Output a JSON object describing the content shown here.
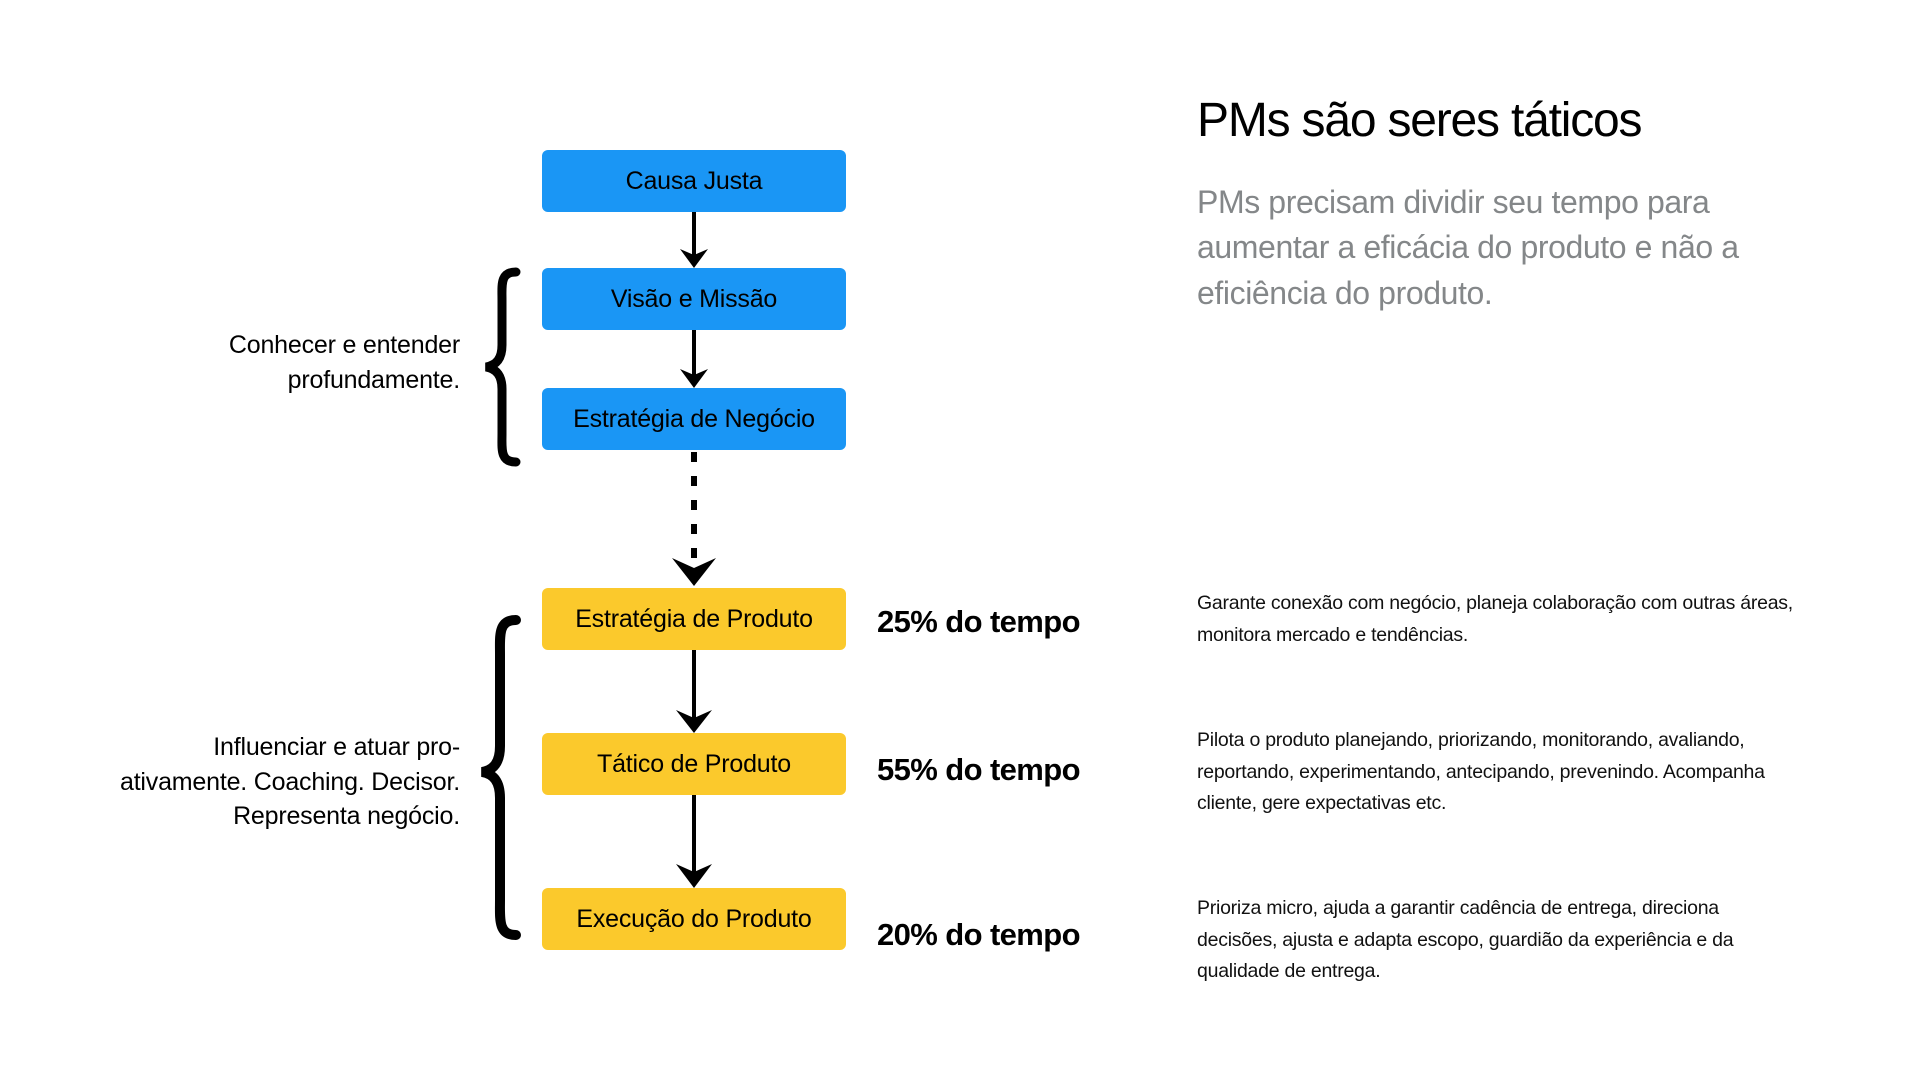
{
  "page": {
    "background": "#FFFFFF",
    "colors": {
      "blue_box": "#1A96F5",
      "yellow_box": "#FBC92C",
      "text": "#000000",
      "subtitle_gray": "#848789"
    }
  },
  "right_panel": {
    "headline": "PMs são seres táticos",
    "subhead": "PMs precisam dividir seu tempo para aumentar a eficácia do produto e não a eficiência do produto."
  },
  "flow": {
    "nodes": [
      {
        "id": "causa-justa",
        "label": "Causa Justa",
        "color": "blue"
      },
      {
        "id": "visao-missao",
        "label": "Visão e Missão",
        "color": "blue"
      },
      {
        "id": "estrategia-negocio",
        "label": "Estratégia de Negócio",
        "color": "blue"
      },
      {
        "id": "estrategia-produto",
        "label": "Estratégia de Produto",
        "color": "yellow"
      },
      {
        "id": "tatico-produto",
        "label": "Tático de Produto",
        "color": "yellow"
      },
      {
        "id": "execucao-produto",
        "label": "Execução do Produto",
        "color": "yellow"
      }
    ],
    "connectors": [
      {
        "from": "causa-justa",
        "to": "visao-missao",
        "style": "solid"
      },
      {
        "from": "visao-missao",
        "to": "estrategia-negocio",
        "style": "solid"
      },
      {
        "from": "estrategia-negocio",
        "to": "estrategia-produto",
        "style": "dashed"
      },
      {
        "from": "estrategia-produto",
        "to": "tatico-produto",
        "style": "solid"
      },
      {
        "from": "tatico-produto",
        "to": "execucao-produto",
        "style": "solid"
      }
    ]
  },
  "brackets": [
    {
      "id": "bracket-top",
      "label": "Conhecer e entender profundamente.",
      "spans": [
        "visao-missao",
        "estrategia-negocio"
      ]
    },
    {
      "id": "bracket-bottom",
      "label": "Influenciar e atuar pro-ativamente. Coaching. Decisor. Representa negócio.",
      "spans": [
        "estrategia-produto",
        "tatico-produto",
        "execucao-produto"
      ]
    }
  ],
  "allocations": [
    {
      "node": "estrategia-produto",
      "percent_label": "25% do tempo",
      "percent_value": 25,
      "description": "Garante conexão com negócio, planeja colaboração com outras áreas, monitora mercado e tendências."
    },
    {
      "node": "tatico-produto",
      "percent_label": "55% do tempo",
      "percent_value": 55,
      "description": "Pilota o produto planejando, priorizando, monitorando, avaliando, reportando, experimentando, antecipando, prevenindo. Acompanha cliente, gere expectativas etc."
    },
    {
      "node": "execucao-produto",
      "percent_label": "20% do tempo",
      "percent_value": 20,
      "description": "Prioriza micro, ajuda a garantir cadência de entrega, direciona decisões, ajusta e adapta escopo, guardião da experiência e da qualidade de entrega."
    }
  ]
}
